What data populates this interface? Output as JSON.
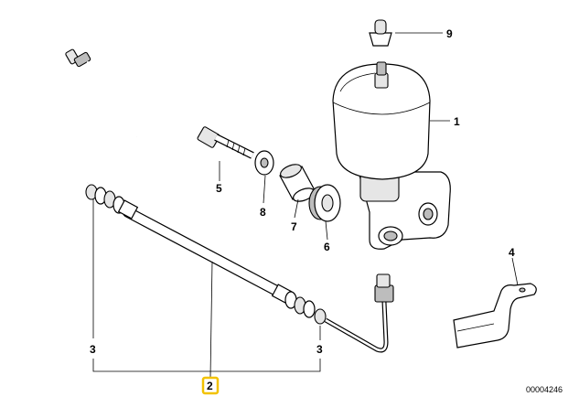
{
  "callouts": {
    "c1": "1",
    "c2": "2",
    "c3_left": "3",
    "c3_right": "3",
    "c4": "4",
    "c5": "5",
    "c6": "6",
    "c7": "7",
    "c8": "8",
    "c9": "9"
  },
  "highlighted_callout": "2",
  "highlight_color": "#f2c200",
  "document_number": "00004246"
}
